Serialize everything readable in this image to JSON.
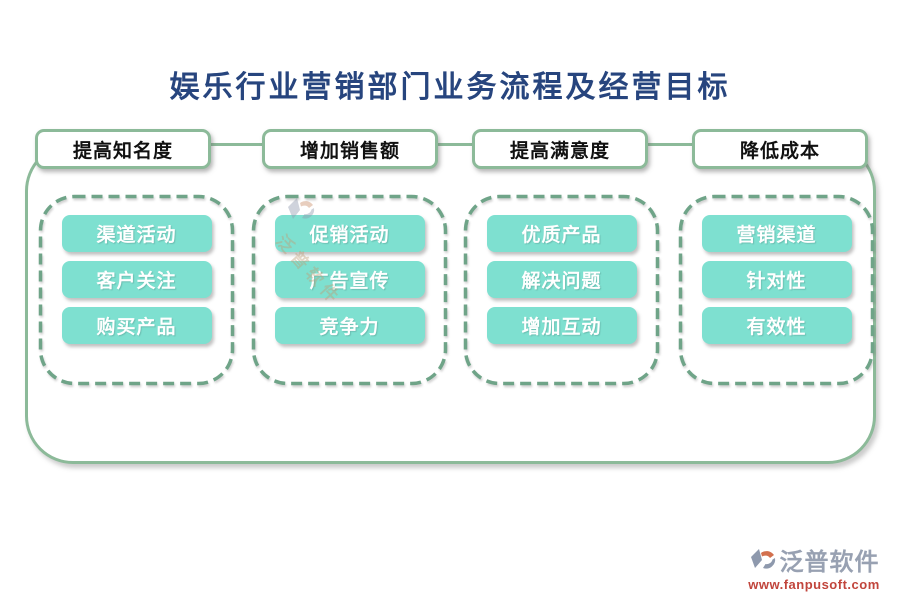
{
  "title": "娱乐行业营销部门业务流程及经营目标",
  "columns": [
    {
      "header": "提高知名度",
      "items": [
        "渠道活动",
        "客户关注",
        "购买产品"
      ]
    },
    {
      "header": "增加销售额",
      "items": [
        "促销活动",
        "广告宣传",
        "竞争力"
      ]
    },
    {
      "header": "提高满意度",
      "items": [
        "优质产品",
        "解决问题",
        "增加互动"
      ]
    },
    {
      "header": "降低成本",
      "items": [
        "营销渠道",
        "针对性",
        "有效性"
      ]
    }
  ],
  "watermark": {
    "text": "泛普软件"
  },
  "footer": {
    "brand": "泛普软件",
    "url": "www.fanpusoft.com"
  },
  "colors": {
    "title_text": "#27457E",
    "outline_green": "#8CBA99",
    "dashed_green": "#6FA488",
    "node_teal": "#7EE0D0",
    "node_text": "#FFFFFF",
    "goal_text": "#111111",
    "brand_gray": "#98A1B2",
    "url_red": "#C1453C"
  }
}
